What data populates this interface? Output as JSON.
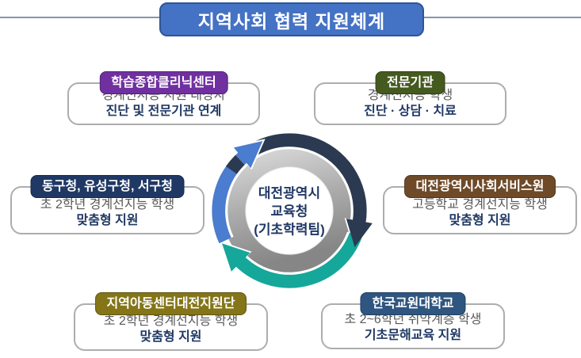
{
  "title": {
    "text": "지역사회 협력 지원체계"
  },
  "hub": {
    "lines": [
      "대전광역시",
      "교육청",
      "(기초학력팀)"
    ]
  },
  "boxes": [
    {
      "header": "학습종합클리닉센터",
      "header_color": "#7030A0",
      "line1": "경계선지능 지원 대상자",
      "line2": "진단 및 전문기관 연계"
    },
    {
      "header": "전문기관",
      "header_color": "#455A1F",
      "line1": "경계선지능 학생",
      "line2": "진단 · 상담 · 치료"
    },
    {
      "header": "동구청, 유성구청, 서구청",
      "header_color": "#1F3864",
      "line1": "초 2학년 경계선지능 학생",
      "line2": "맞춤형 지원"
    },
    {
      "header": "대전광역시사회서비스원",
      "header_color": "#6E4A28",
      "line1": "고등학교 경계선지능 학생",
      "line2": "맞춤형 지원"
    },
    {
      "header": "지역아동센터대전지원단",
      "header_color": "#847518",
      "line1": "초 2학년 경계선지능 학생",
      "line2": "맞춤형 지원"
    },
    {
      "header": "한국교원대학교",
      "header_color": "#2F5680",
      "line1": "초 2~6학년 취약계층 학생",
      "line2": "기초문해교육 지원"
    }
  ],
  "colors": {
    "title_bg": "#4472C4",
    "divider": "#8496B0",
    "text_secondary": "#595959",
    "text_emphasis": "#1F3864",
    "arc_navy": "#2B3A50",
    "arc_teal": "#15A79A",
    "arc_blue": "#4A7CCF"
  }
}
